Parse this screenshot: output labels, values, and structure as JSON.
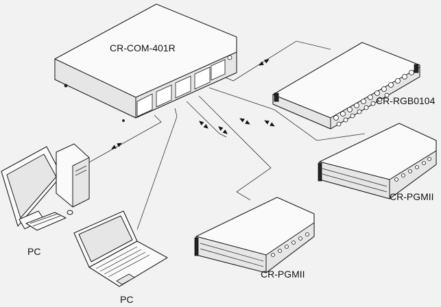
{
  "devices": {
    "hub": {
      "label": "CR-COM-401R"
    },
    "rgb": {
      "label": "CR-RGB0104"
    },
    "pgm_right": {
      "label": "CR-PGMII"
    },
    "pgm_bottom": {
      "label": "CR-PGMII"
    },
    "pc_desktop": {
      "label": "PC"
    },
    "pc_laptop": {
      "label": "PC"
    }
  }
}
